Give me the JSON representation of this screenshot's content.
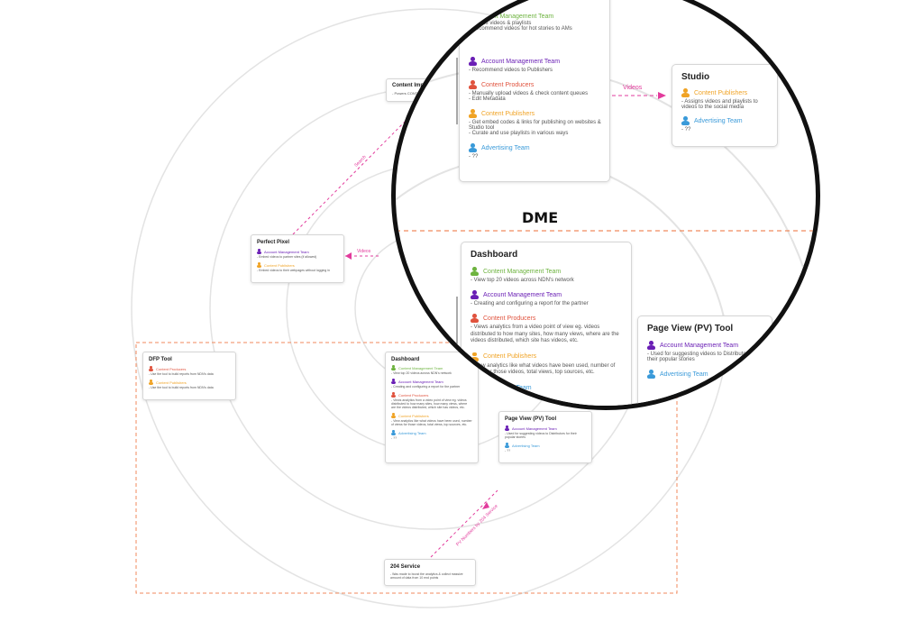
{
  "colors": {
    "content_management": "#6db33f",
    "account_management": "#6a1fb5",
    "content_producers": "#e0533e",
    "content_publishers": "#f0a325",
    "advertising": "#3a9ad9",
    "flow_arrow": "#e23b9c",
    "boundary": "#f08a5d"
  },
  "cards": {
    "content_import": {
      "title": "Content Import",
      "desc": "- Powers CONTROL ROO..."
    },
    "perfect_pixel": {
      "title": "Perfect Pixel",
      "roles": [
        {
          "role": "Account Management Team",
          "icon": "person-icon",
          "desc": "- Embed videos to partner sites (if allowed)"
        },
        {
          "role": "Content Publishers",
          "icon": "person-icon",
          "desc": "- Embed videos to their webpages without logging in"
        }
      ]
    },
    "dfp_tool": {
      "title": "DFP Tool",
      "roles": [
        {
          "role": "Content Producers",
          "icon": "person-icon",
          "desc": "- Use the tool to build reports from NDN's data"
        },
        {
          "role": "Content Publishers",
          "icon": "person-icon",
          "desc": "- Use the tool to build reports from NDN's data"
        }
      ]
    },
    "dashboard_small": {
      "title": "Dashboard",
      "roles": [
        {
          "role": "Content Management Team",
          "desc": "- View top 20 videos across NDN's network"
        },
        {
          "role": "Account Management Team",
          "desc": "- Creating and configuring a report for the partner"
        },
        {
          "role": "Content Producers",
          "desc": "- Views analytics from a video point of view eg. videos distributed to how many sites, how many views, where are the videos distributed, which site has videos, etc."
        },
        {
          "role": "Content Publishers",
          "desc": "- View analytics like what videos have been used, number of views for those videos, total views, top sources, etc."
        },
        {
          "role": "Advertising Team",
          "desc": "- ??"
        }
      ]
    },
    "pageview_small": {
      "title": "Page View (PV) Tool",
      "roles": [
        {
          "role": "Account Management Team",
          "desc": "- Used for suggesting videos to Distributors for their popular stories"
        },
        {
          "role": "Advertising Team",
          "desc": "- ??"
        }
      ]
    },
    "service_204": {
      "title": "204 Service",
      "desc": "- Was made to boost the analytics & collect massive amount of data from 10 end points"
    }
  },
  "edge_labels": {
    "perfect_pixel_videos": "Videos",
    "search": "Search",
    "pv_service": "PV Numbers by 204 Service"
  },
  "zoom": {
    "top_card": {
      "roles": [
        {
          "role": "Content Management Team",
          "desc": "- Curate videos & playlists\n- Recommend videos for hot stories to AMs"
        },
        {
          "role": "Account Management Team",
          "desc": "- Recommend videos to Publishers"
        },
        {
          "role": "Content Producers",
          "desc": "- Manually upload videos & check content queues\n- Edit Metadata"
        },
        {
          "role": "Content Publishers",
          "desc": "- Get embed codes & links for publishing on websites & Studio tool\n- Curate and use playlists in various ways"
        },
        {
          "role": "Advertising Team",
          "desc": "- ??"
        }
      ]
    },
    "dme_label": "DME",
    "videos_label": "Videos",
    "studio": {
      "title": "Studio",
      "roles": [
        {
          "role": "Content Publishers",
          "desc": "- Assigns videos and playlists to videos to the social media"
        },
        {
          "role": "Advertising Team",
          "desc": "- ??"
        }
      ]
    },
    "dashboard": {
      "title": "Dashboard",
      "roles": [
        {
          "role": "Content Management Team",
          "desc": "- View top 20 videos across NDN's network"
        },
        {
          "role": "Account Management Team",
          "desc": "- Creating and configuring a report for the partner"
        },
        {
          "role": "Content Producers",
          "desc": "- Views analytics from a video point of view eg. videos distributed to how many sites, how many views, where are the videos distributed, which site has videos, etc."
        },
        {
          "role": "Content Publishers",
          "desc": "- View analytics like what videos have been used, number of views for those videos, total views, top sources, etc."
        },
        {
          "role": "Advertising Team",
          "desc": ""
        }
      ]
    },
    "page_view": {
      "title": "Page View (PV) Tool",
      "roles": [
        {
          "role": "Account Management Team",
          "desc": "- Used for suggesting videos to Distributors for their popular stories"
        },
        {
          "role": "Advertising Team",
          "desc": ""
        }
      ]
    }
  }
}
